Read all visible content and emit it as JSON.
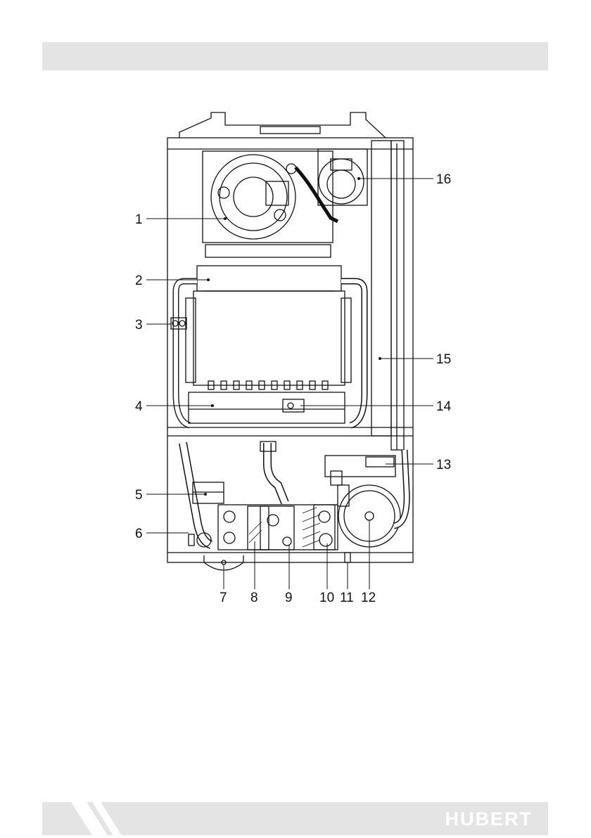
{
  "header": {
    "title": ""
  },
  "footer": {
    "brand": "HUBERT"
  },
  "diagram": {
    "callouts": [
      {
        "label": "1"
      },
      {
        "label": "2"
      },
      {
        "label": "3"
      },
      {
        "label": "4"
      },
      {
        "label": "5"
      },
      {
        "label": "6"
      },
      {
        "label": "7"
      },
      {
        "label": "8"
      },
      {
        "label": "9"
      },
      {
        "label": "10"
      },
      {
        "label": "11"
      },
      {
        "label": "12"
      },
      {
        "label": "13"
      },
      {
        "label": "14"
      },
      {
        "label": "15"
      },
      {
        "label": "16"
      }
    ]
  },
  "colors": {
    "line": "#111111",
    "bar": "#e4e4e4",
    "brand_text": "#ffffff"
  }
}
